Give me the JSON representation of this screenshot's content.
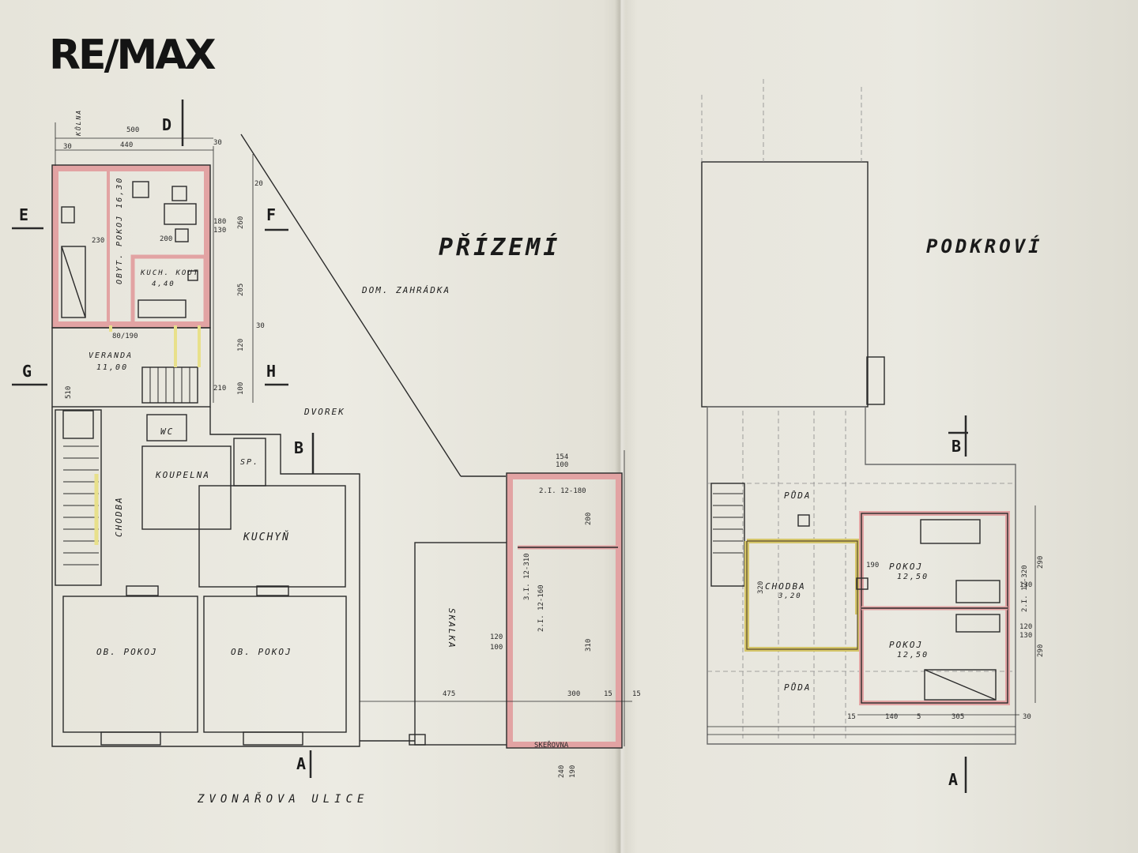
{
  "logo": {
    "text": "RE/MAX"
  },
  "titles": {
    "ground_floor": "PŘÍZEMÍ",
    "attic": "PODKROVÍ"
  },
  "ground_floor": {
    "rooms": {
      "bedroom_top": "OBYT. POKOJ 16,30",
      "kitchenette": "KUCH. KOUT",
      "kitchenette_area": "4,40",
      "veranda": "VERANDA",
      "veranda_area": "11,00",
      "wc": "WC",
      "bathroom": "KOUPELNA",
      "pantry": "SP.",
      "corridor": "CHODBA",
      "kitchen": "KUCHYŇ",
      "living_left": "OB. POKOJ",
      "living_right": "OB. POKOJ",
      "rock": "SKALKA"
    },
    "outdoor": {
      "garden": "DOM. ZAHRÁDKA",
      "courtyard": "DVOREK",
      "street": "ZVONAŘOVA ULICE",
      "shed": "KŮLNA"
    },
    "dims": {
      "top_total": "500",
      "top_inner": "440",
      "top_left": "30",
      "top_right": "30",
      "d230": "230",
      "d200": "200",
      "d180": "180",
      "d130": "130",
      "d20": "20",
      "d260": "260",
      "d205": "205",
      "d30b": "30",
      "d120": "120",
      "d100": "100",
      "d210": "210",
      "win_80_190": "80/190",
      "d475": "475",
      "d300": "300",
      "d15a": "15",
      "d15b": "15",
      "d510": "510",
      "d240": "240",
      "d190": "190",
      "d154": "154",
      "d100b": "100",
      "d200b": "200",
      "d120b": "120",
      "d100c": "100",
      "shed_door": "2.I. 12-180",
      "window_310": "3.I. 12-310",
      "window_160": "2.I. 12-160",
      "d310": "310",
      "bottom_door": "SKEŘOVNA"
    }
  },
  "attic": {
    "rooms": {
      "loft_top": "PŮDA",
      "loft_bottom": "PŮDA",
      "corridor": "CHODBA",
      "corridor_area": "3,20",
      "room1": "POKOJ",
      "room1_area": "12,50",
      "room2": "POKOJ",
      "room2_area": "12,50"
    },
    "dims": {
      "d140": "140",
      "d305": "305",
      "d15": "15",
      "d5": "5",
      "d30": "30",
      "d290a": "290",
      "d290b": "290",
      "d130a": "130",
      "d130b": "130",
      "d120": "120",
      "window": "2.I. 12-320",
      "d190": "190",
      "d320": "320"
    }
  },
  "sections": {
    "a_bottom": "A",
    "b_top": "B",
    "d_top": "D",
    "e_left": "E",
    "f_right": "F",
    "g_left": "G",
    "h_right": "H",
    "a_attic": "A",
    "b_attic": "B"
  },
  "colors": {
    "paper": "#eae9e1",
    "ink": "#1e1e1e",
    "wall_red": "#e8a7a7",
    "wall_yellow": "#e8e08a",
    "faint_ink": "#8a8a8a"
  }
}
